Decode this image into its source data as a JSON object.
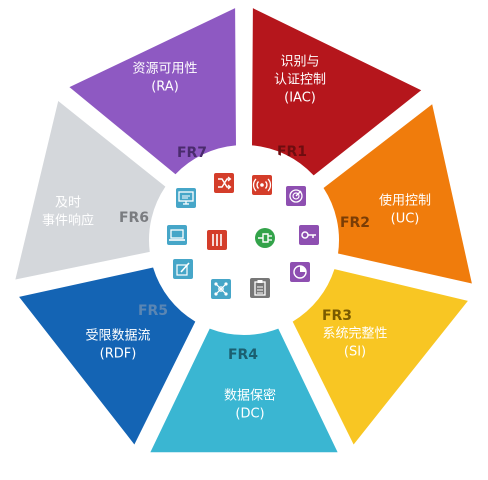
{
  "segments": [
    {
      "id": "fr1",
      "code": "FR1",
      "lines": [
        "识别与",
        "认证控制",
        "(IAC)"
      ],
      "color": "#b5161c",
      "fr_color": "#6e0d10",
      "icon": "radar-icon",
      "icon_color": "#8e4fb1"
    },
    {
      "id": "fr2",
      "code": "FR2",
      "lines": [
        "使用控制",
        "(UC)"
      ],
      "color": "#f07c0c",
      "fr_color": "#7a3d06",
      "icon": "key-icon",
      "icon_color": "#8e4fb1"
    },
    {
      "id": "fr3",
      "code": "FR3",
      "lines": [
        "系统完整性",
        "(SI)"
      ],
      "color": "#f8c623",
      "fr_color": "#7a5b00",
      "icon": "pie-icon",
      "icon_color": "#8e4fb1"
    },
    {
      "id": "fr4",
      "code": "FR4",
      "lines": [
        "数据保密",
        "(DC)"
      ],
      "color": "#3ab6d2",
      "fr_color": "#1b5f70",
      "icon": "clipboard-icon",
      "icon_color": "#777777"
    },
    {
      "id": "fr5",
      "code": "FR5",
      "lines": [
        "受限数据流",
        "(RDF)"
      ],
      "color": "#1464b4",
      "fr_color": "#5b86b3",
      "icon": "network-icon",
      "icon_color": "#46a6c8"
    },
    {
      "id": "fr6",
      "code": "FR6",
      "lines": [
        "及时",
        "事件响应"
      ],
      "color": "#d4d7db",
      "fr_color": "#7a7c80",
      "icon": "edit-icon",
      "icon_color": "#46a6c8"
    },
    {
      "id": "fr7",
      "code": "FR7",
      "lines": [
        "资源可用性",
        "(RA)"
      ],
      "color": "#8e59c2",
      "fr_color": "#4a2b6d",
      "icon": "monitor-icon",
      "icon_color": "#46a6c8"
    }
  ],
  "inner_icons": [
    {
      "name": "shuffle-icon",
      "color": "#d43d2a"
    },
    {
      "name": "wireless-icon",
      "color": "#d43d2a"
    },
    {
      "name": "laptop-icon",
      "color": "#46a6c8"
    },
    {
      "name": "server-icon",
      "color": "#d43d2a"
    },
    {
      "name": "plug-icon",
      "color": "#33a34a"
    }
  ]
}
